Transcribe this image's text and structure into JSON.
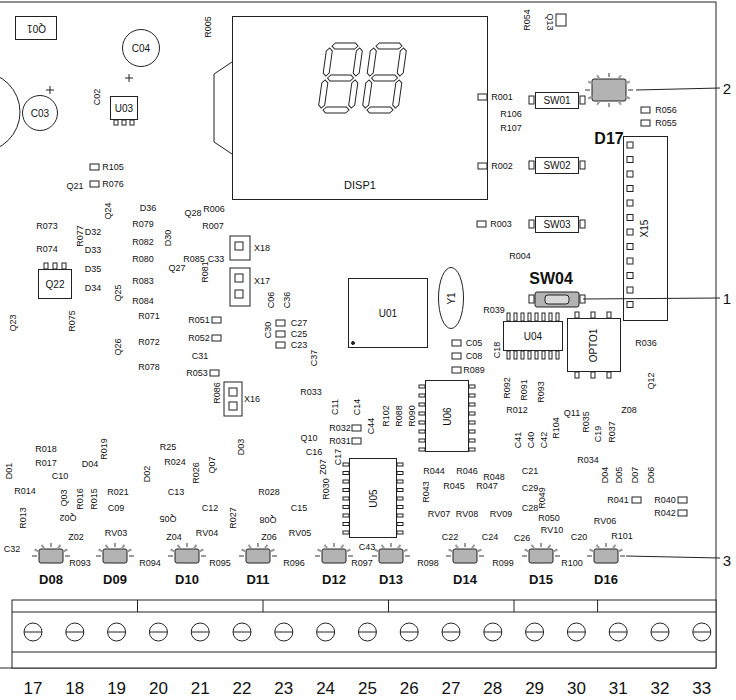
{
  "diagram": {
    "nodes": [
      {
        "text": [
          "Q01"
        ]
      },
      {
        "text": [
          "C04"
        ]
      },
      {
        "text": [
          "DISP1"
        ]
      },
      {
        "text": [
          "SW01"
        ]
      },
      {
        "text": [
          "U03"
        ]
      },
      {
        "text": [
          "C03"
        ]
      },
      {
        "text": [
          "SW02"
        ]
      },
      {
        "text": [
          "SW03"
        ]
      },
      {
        "text": [
          "X15"
        ]
      },
      {
        "text": [
          "Q22"
        ]
      },
      {
        "text": [
          "U01"
        ]
      },
      {
        "text": [
          "Y1"
        ]
      },
      {
        "text": [
          "U04"
        ]
      },
      {
        "text": [
          "OPTO1"
        ]
      },
      {
        "text": [
          "U06"
        ]
      },
      {
        "text": [
          "U05"
        ]
      }
    ],
    "labels": [
      "R005",
      "C02",
      "R054",
      "Q13",
      "R001",
      "R106",
      "R107",
      "R056",
      "R055",
      "D17",
      "2",
      "R002",
      "R105",
      "R076",
      "Q21",
      "Q24",
      "D36",
      "R077",
      "R073",
      "D32",
      "R079",
      "Q28",
      "R006",
      "D30",
      "R007",
      "R003",
      "X18",
      "R074",
      "D33",
      "R082",
      "R085",
      "C33",
      "R004",
      "R080",
      "D35",
      "Q27",
      "R081",
      "R083",
      "SW04",
      "X17",
      "D34",
      "C06",
      "C36",
      "R084",
      "Q25",
      "R039",
      "1",
      "R071",
      "Q23",
      "R075",
      "R051",
      "C27",
      "C30",
      "C25",
      "R052",
      "R072",
      "R036",
      "C05",
      "C23",
      "Q26",
      "C18",
      "C31",
      "C08",
      "C37",
      "R078",
      "R053",
      "R089",
      "Q12",
      "R092",
      "R091",
      "R093",
      "R086",
      "X16",
      "R033",
      "C11",
      "C14",
      "Z08",
      "R012",
      "Q11",
      "R102",
      "R088",
      "R090",
      "R035",
      "R104",
      "C44",
      "R032",
      "C19",
      "R037",
      "C41",
      "C40",
      "C42",
      "Q10",
      "R031",
      "R018",
      "R019",
      "R25",
      "D03",
      "C16",
      "C17",
      "R017",
      "D04",
      "R024",
      "Q07",
      "D02",
      "R026",
      "D01",
      "Z07",
      "R044",
      "R046",
      "R034",
      "C10",
      "R048",
      "C21",
      "D04",
      "D05",
      "D07",
      "D06",
      "R014",
      "Q03",
      "R016",
      "R015",
      "R021",
      "C13",
      "R028",
      "R030",
      "R043",
      "R045",
      "R047",
      "C29",
      "R049",
      "R041",
      "R040",
      "R042",
      "R013",
      "Q02",
      "C09",
      "Q05",
      "C12",
      "R027",
      "Q08",
      "C15",
      "C28",
      "RV07",
      "RV08",
      "RV09",
      "R050",
      "RV06",
      "RV03",
      "RV04",
      "RV05",
      "RV10",
      "Z02",
      "Z04",
      "Z06",
      "C22",
      "C24",
      "C26",
      "C20",
      "R101",
      "C32",
      "C43",
      "R093",
      "R094",
      "R095",
      "R096",
      "R097",
      "R098",
      "R099",
      "R100",
      "3",
      "D08",
      "D09",
      "D10",
      "D11",
      "D12",
      "D13",
      "D14",
      "D15",
      "D16",
      "17",
      "18",
      "19",
      "20",
      "21",
      "22",
      "23",
      "24",
      "25",
      "26",
      "27",
      "28",
      "29",
      "30",
      "31",
      "32",
      "33"
    ]
  }
}
